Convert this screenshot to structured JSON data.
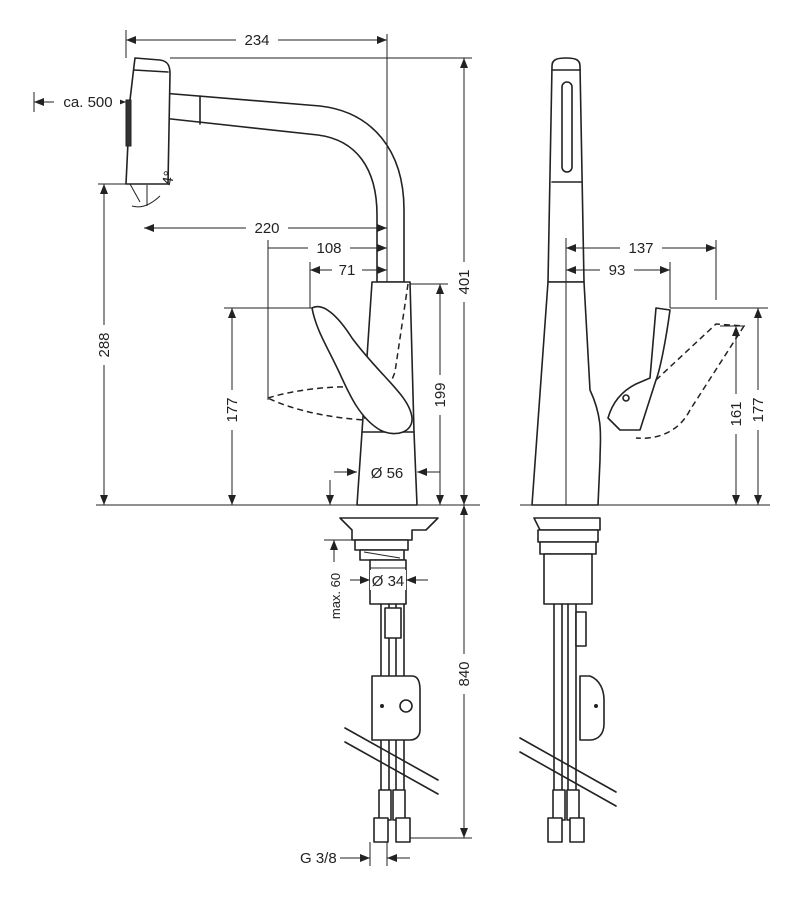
{
  "dimensions": {
    "overall_width": "234",
    "pullout_length": "ca. 500",
    "spray_angle": "4°",
    "spout_reach": "220",
    "lever_reach": "108",
    "lever_offset": "71",
    "total_height": "401",
    "spout_height": "288",
    "lever_height_front": "177",
    "body_height": "199",
    "base_diameter": "Ø 56",
    "max_thickness": "max. 60",
    "hole_diameter": "Ø 34",
    "hose_length": "840",
    "connection_thread": "G 3/8",
    "side_reach_max": "137",
    "side_reach": "93",
    "side_lever_height": "161",
    "side_lever_height_max": "177"
  }
}
